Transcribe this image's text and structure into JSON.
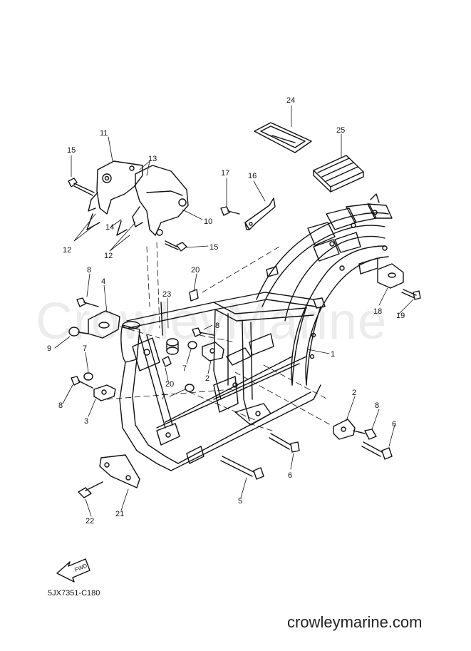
{
  "watermark": "CrowleyMarine",
  "diagram_code": "5JX7351-C180",
  "site": "crowleymarine.com",
  "fwd_label": "FWD",
  "callouts": [
    "1",
    "2",
    "2",
    "3",
    "4",
    "5",
    "6",
    "6",
    "7",
    "7",
    "7",
    "8",
    "8",
    "8",
    "8",
    "9",
    "10",
    "11",
    "12",
    "12",
    "13",
    "14",
    "15",
    "15",
    "16",
    "17",
    "18",
    "19",
    "20",
    "20",
    "21",
    "22",
    "23",
    "24",
    "25"
  ]
}
